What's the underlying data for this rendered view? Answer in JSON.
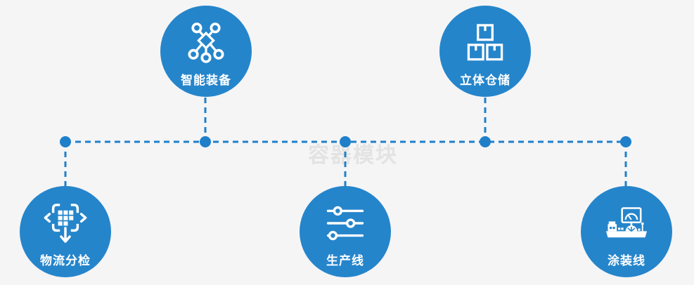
{
  "watermark": "容器模块",
  "colors": {
    "circle": "#2585cb",
    "connector": "#1f80c9",
    "background": "#f5f5f6",
    "label": "#ffffff",
    "watermark": "#e3e3e3"
  },
  "nodes": [
    {
      "id": "smart-equipment",
      "label": "智能装备",
      "icon": "network-nodes-icon",
      "row": "top"
    },
    {
      "id": "stereo-warehouse",
      "label": "立体仓储",
      "icon": "stacked-boxes-icon",
      "row": "top"
    },
    {
      "id": "logistics-sorting",
      "label": "物流分检",
      "icon": "sorting-arrows-icon",
      "row": "bottom"
    },
    {
      "id": "production-line",
      "label": "生产线",
      "icon": "sliders-icon",
      "row": "bottom"
    },
    {
      "id": "painting-line",
      "label": "涂装线",
      "icon": "control-console-icon",
      "row": "bottom"
    }
  ]
}
